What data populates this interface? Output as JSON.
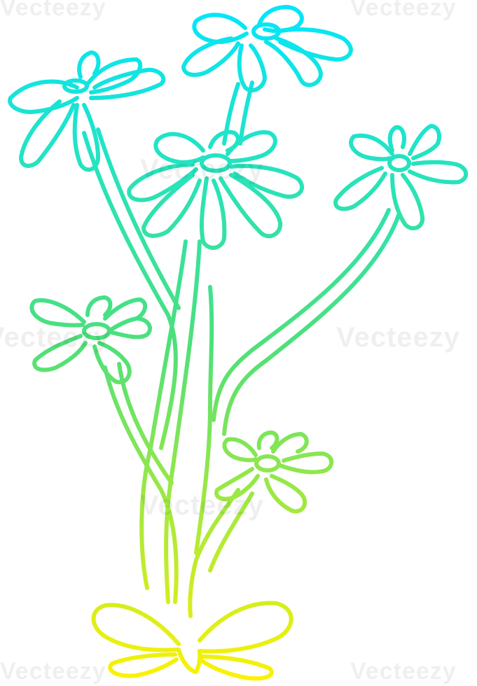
{
  "image": {
    "subject": "flower bunch",
    "style": "cartoon line drawing",
    "stroke_gradient": {
      "top_color": "#00e6ff",
      "middle_color": "#4de07a",
      "bottom_color": "#fff200"
    },
    "background_color": "#ffffff"
  },
  "watermark": {
    "text": "Vecteezy"
  }
}
